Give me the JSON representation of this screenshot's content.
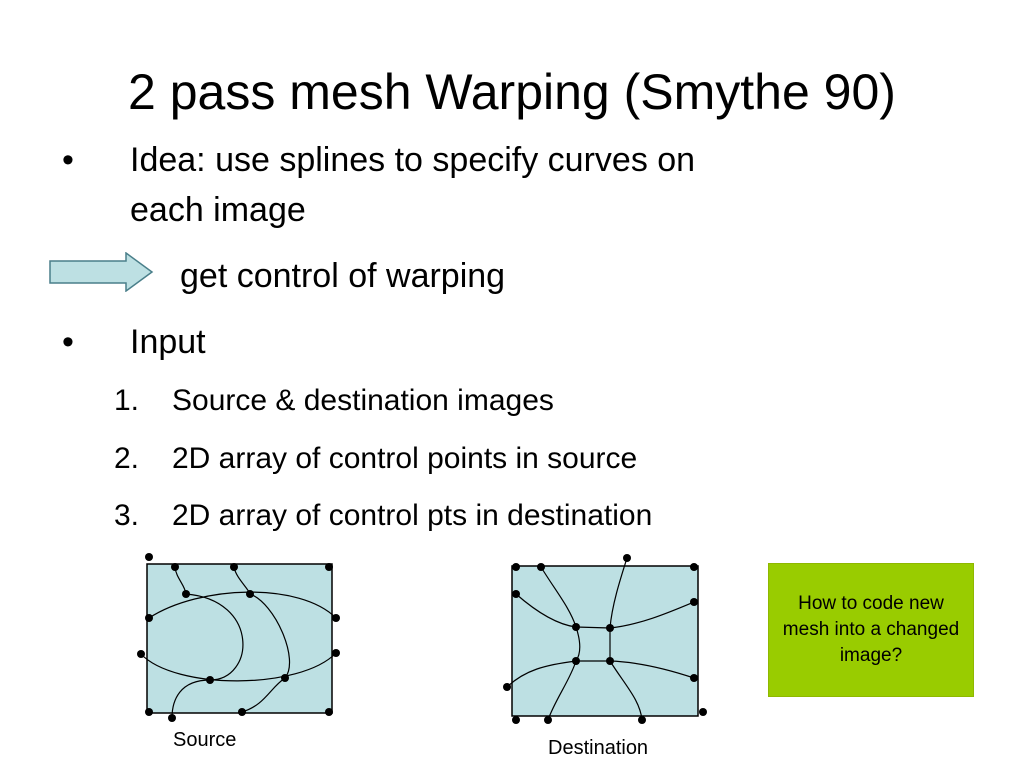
{
  "slide": {
    "title": "2 pass mesh Warping (Smythe 90)",
    "bullets": [
      {
        "marker": "•",
        "lines": [
          "Idea: use splines to specify curves on",
          "each image"
        ]
      },
      {
        "marker": "•",
        "lines": [
          "Input"
        ]
      }
    ],
    "arrow_text": "get control of warping",
    "numbered": [
      {
        "marker": "1.",
        "text": "Source & destination images"
      },
      {
        "marker": "2.",
        "text": "2D array of control points in source"
      },
      {
        "marker": "3.",
        "text": "2D array of control pts in destination"
      }
    ],
    "captions": {
      "source": "Source",
      "destination": "Destination"
    },
    "note": "How to code new mesh into a changed image?",
    "colors": {
      "mesh_fill": "#bde0e3",
      "arrow_fill": "#bde0e3",
      "note_fill": "#99cc00"
    }
  }
}
